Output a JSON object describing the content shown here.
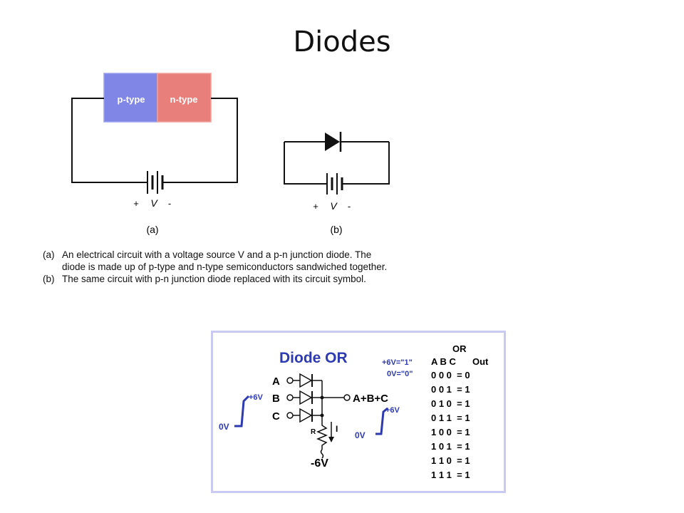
{
  "slide": {
    "title": "Diodes"
  },
  "figure_a": {
    "p_label": "p-type",
    "n_label": "n-type",
    "plus": "+",
    "v": "V",
    "minus": "-",
    "tag": "(a)",
    "colors": {
      "p_region": "#7f86e6",
      "n_region": "#e87f7a"
    }
  },
  "figure_b": {
    "plus": "+",
    "v": "V",
    "minus": "-",
    "tag": "(b)"
  },
  "caption": {
    "a_label": "(a)",
    "a_line1": "An electrical circuit with a voltage source V and a p-n junction diode. The",
    "a_line2": "diode is made up of p-type and n-type semiconductors sandwiched together.",
    "b_label": "(b)",
    "b_line": "The same circuit with p-n junction diode replaced with its circuit symbol."
  },
  "diode_or": {
    "title": "Diode OR",
    "input_a": "A",
    "input_b": "B",
    "input_c": "C",
    "output": "A+B+C",
    "pulse_low_left": "0V",
    "pulse_high_left": "+6V",
    "pulse_low_right": "0V",
    "pulse_high_right": "+6V",
    "resistor": "R",
    "current": "I",
    "supply": "-6V",
    "logic_high": "+6V=\"1\"",
    "logic_low": "0V=\"0\"",
    "colors": {
      "title": "#2e3ab0",
      "accent": "#2e3ab0",
      "border": "#c9c9f2"
    },
    "truth_table": {
      "title": "OR",
      "header_inputs": "A B C",
      "header_out": "Out",
      "rows": [
        "0 0 0  = 0",
        "0 0 1  = 1",
        "0 1 0  = 1",
        "0 1 1  = 1",
        "1 0 0  = 1",
        "1 0 1  = 1",
        "1 1 0  = 1",
        "1 1 1  = 1"
      ]
    }
  }
}
